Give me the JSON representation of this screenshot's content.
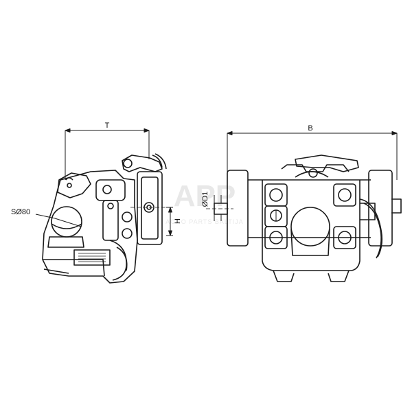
{
  "dimensions": {
    "T": "T",
    "B": "B",
    "H": "H",
    "D1": "ØD1",
    "ball": "SØ80"
  },
  "watermark": {
    "logo": "APP",
    "tagline": "AGRO PARTS BALTIJA"
  },
  "colors": {
    "line": "#1a1a1a",
    "watermark": "#e6e6e6",
    "background": "#ffffff"
  }
}
